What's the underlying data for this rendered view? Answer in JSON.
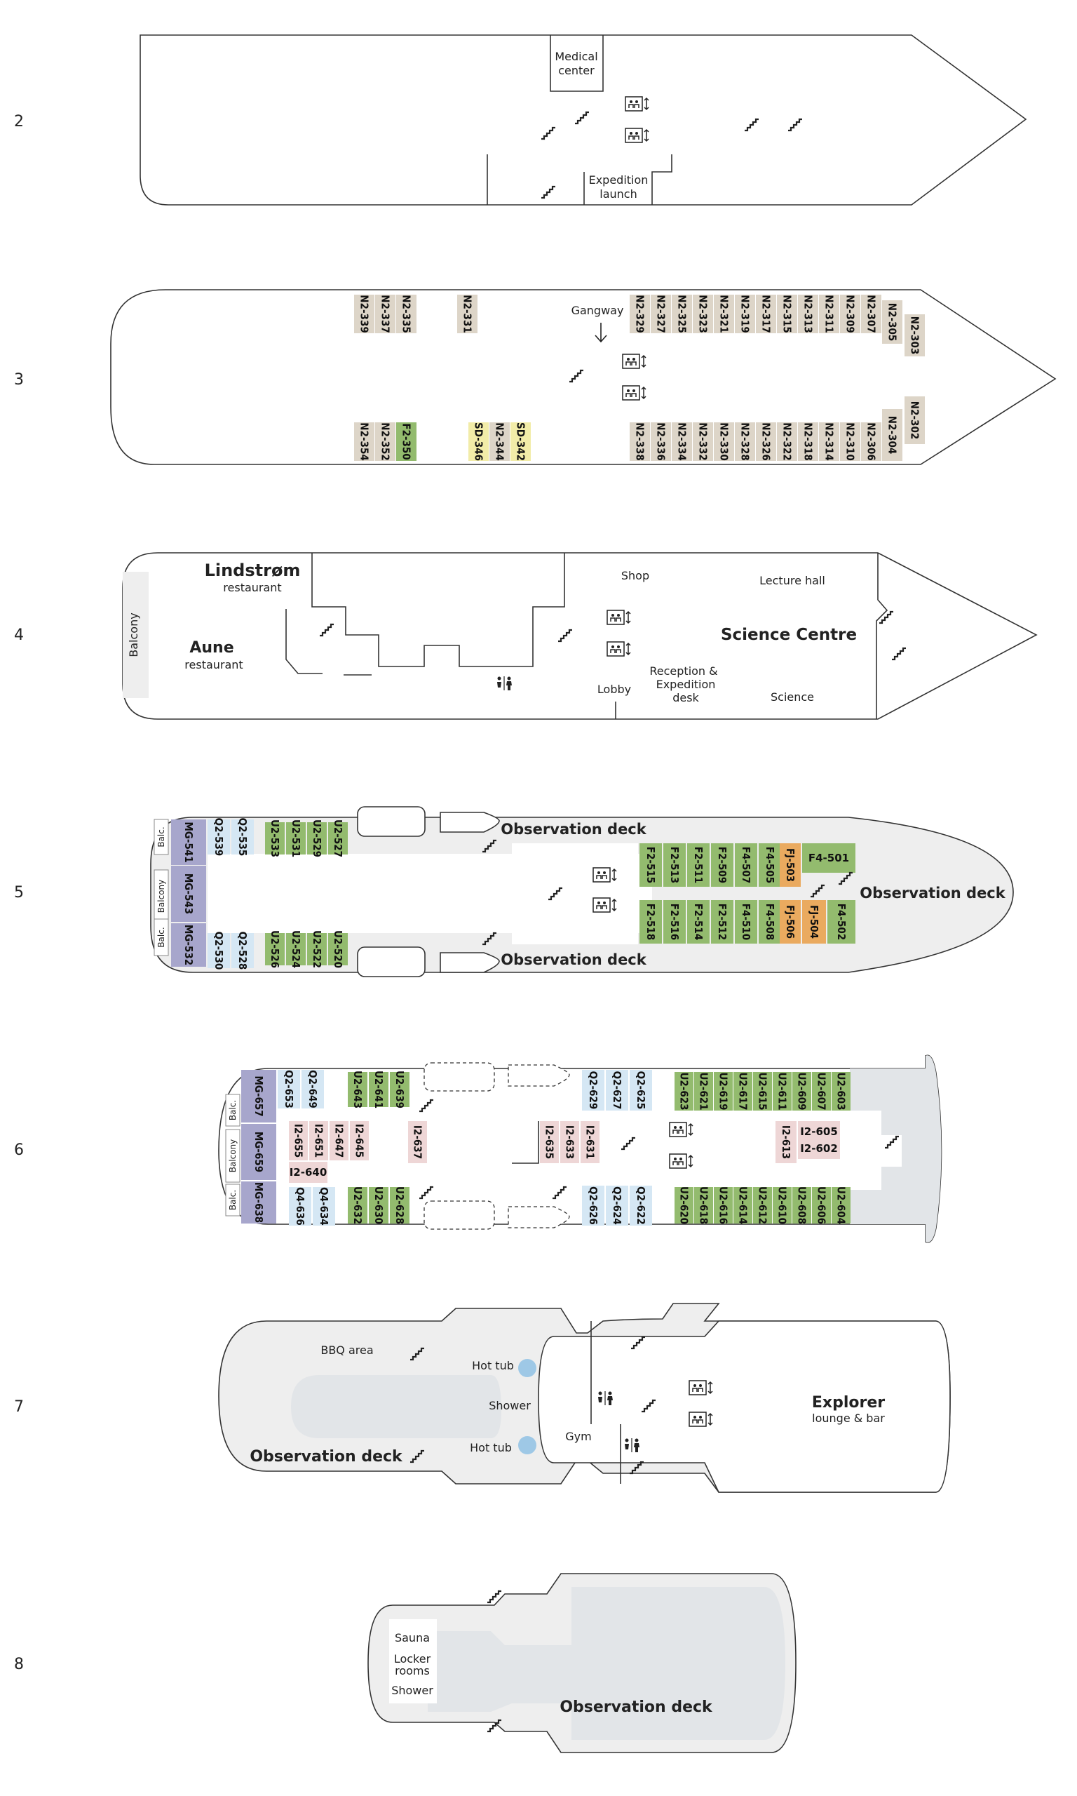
{
  "colors": {
    "beige": "#ddd5c8",
    "green": "#93bb6e",
    "yellow": "#f2eca8",
    "light_blue": "#d5e7f4",
    "purple": "#a7a6cc",
    "orange": "#eaaa5f",
    "pink": "#eed6d6",
    "deck_grey": "#eeeeee",
    "hot_tub": "#9ec8e6"
  },
  "icons": [
    "elevator-icon",
    "stairs-icon",
    "toilet-icon",
    "arrow-down-icon"
  ],
  "decks": [
    {
      "number": "2",
      "labels": {
        "medical": [
          "Medical",
          "center"
        ],
        "expedition": [
          "Expedition",
          "launch"
        ]
      }
    },
    {
      "number": "3",
      "labels": {
        "gangway": "Gangway"
      },
      "cabins_top": [
        "N2-339",
        "N2-337",
        "N2-335",
        "N2-331",
        "N2-329",
        "N2-327",
        "N2-325",
        "N2-323",
        "N2-321",
        "N2-319",
        "N2-317",
        "N2-315",
        "N2-313",
        "N2-311",
        "N2-309",
        "N2-307",
        "N2-305",
        "N2-303"
      ],
      "cabins_bottom": [
        "N2-354",
        "N2-352",
        "F2-350",
        "SD-346",
        "N2-344",
        "SD-342",
        "N2-338",
        "N2-336",
        "N2-334",
        "N2-332",
        "N2-330",
        "N2-328",
        "N2-326",
        "N2-322",
        "N2-318",
        "N2-314",
        "N2-310",
        "N2-306",
        "N2-304",
        "N2-302"
      ]
    },
    {
      "number": "4",
      "labels": {
        "lindstrom": "Lindstrøm",
        "lindstrom_sub": "restaurant",
        "aune": "Aune",
        "aune_sub": "restaurant",
        "balcony": "Balcony",
        "shop": "Shop",
        "lecture": "Lecture hall",
        "science_centre": "Science Centre",
        "science": "Science",
        "lobby": "Lobby",
        "reception": [
          "Reception &",
          "Expedition",
          "desk"
        ]
      }
    },
    {
      "number": "5",
      "labels": {
        "obs_top": "Observation deck",
        "obs_bottom": "Observation deck",
        "obs_bow": "Observation deck",
        "balc_top": "Balc.",
        "balcony": "Balcony",
        "balc_bottom": "Balc."
      },
      "cabins": [
        "MG-541",
        "MG-543",
        "MG-532",
        "Q2-539",
        "Q2-535",
        "U2-533",
        "U2-531",
        "U2-529",
        "U2-527",
        "Q2-530",
        "Q2-528",
        "U2-526",
        "U2-524",
        "U2-522",
        "U2-520",
        "F2-515",
        "F2-513",
        "F2-511",
        "F2-509",
        "F4-507",
        "F4-505",
        "FJ-503",
        "F4-501",
        "F2-518",
        "F2-516",
        "F2-514",
        "F2-512",
        "F4-510",
        "F4-508",
        "FJ-506",
        "FJ-504",
        "F4-502"
      ]
    },
    {
      "number": "6",
      "labels": {
        "balc_top": "Balc.",
        "balcony": "Balcony",
        "balc_bottom": "Balc."
      },
      "cabins": [
        "MG-657",
        "MG-659",
        "MG-638",
        "Q2-653",
        "Q2-649",
        "U2-643",
        "U2-641",
        "U2-639",
        "Q2-629",
        "Q2-627",
        "Q2-625",
        "U2-623",
        "U2-621",
        "U2-619",
        "U2-617",
        "U2-615",
        "U2-611",
        "U2-609",
        "U2-607",
        "U2-603",
        "I2-655",
        "I2-651",
        "I2-647",
        "I2-645",
        "I2-640",
        "I2-637",
        "I2-635",
        "I2-633",
        "I2-631",
        "I2-613",
        "I2-605",
        "I2-602",
        "Q4-636",
        "Q4-634",
        "U2-632",
        "U2-630",
        "U2-628",
        "Q2-626",
        "Q2-624",
        "Q2-622",
        "U2-620",
        "U2-618",
        "U2-616",
        "U2-614",
        "U2-612",
        "U2-610",
        "U2-608",
        "U2-606",
        "U2-604"
      ]
    },
    {
      "number": "7",
      "labels": {
        "bbq": "BBQ area",
        "hot_tub_top": "Hot tub",
        "shower": "Shower",
        "hot_tub_bottom": "Hot tub",
        "gym": "Gym",
        "observation": "Observation deck",
        "explorer": "Explorer",
        "explorer_sub": "lounge & bar"
      }
    },
    {
      "number": "8",
      "labels": {
        "sauna": "Sauna",
        "locker": [
          "Locker",
          "rooms"
        ],
        "shower": "Shower",
        "observation": "Observation deck"
      }
    }
  ]
}
